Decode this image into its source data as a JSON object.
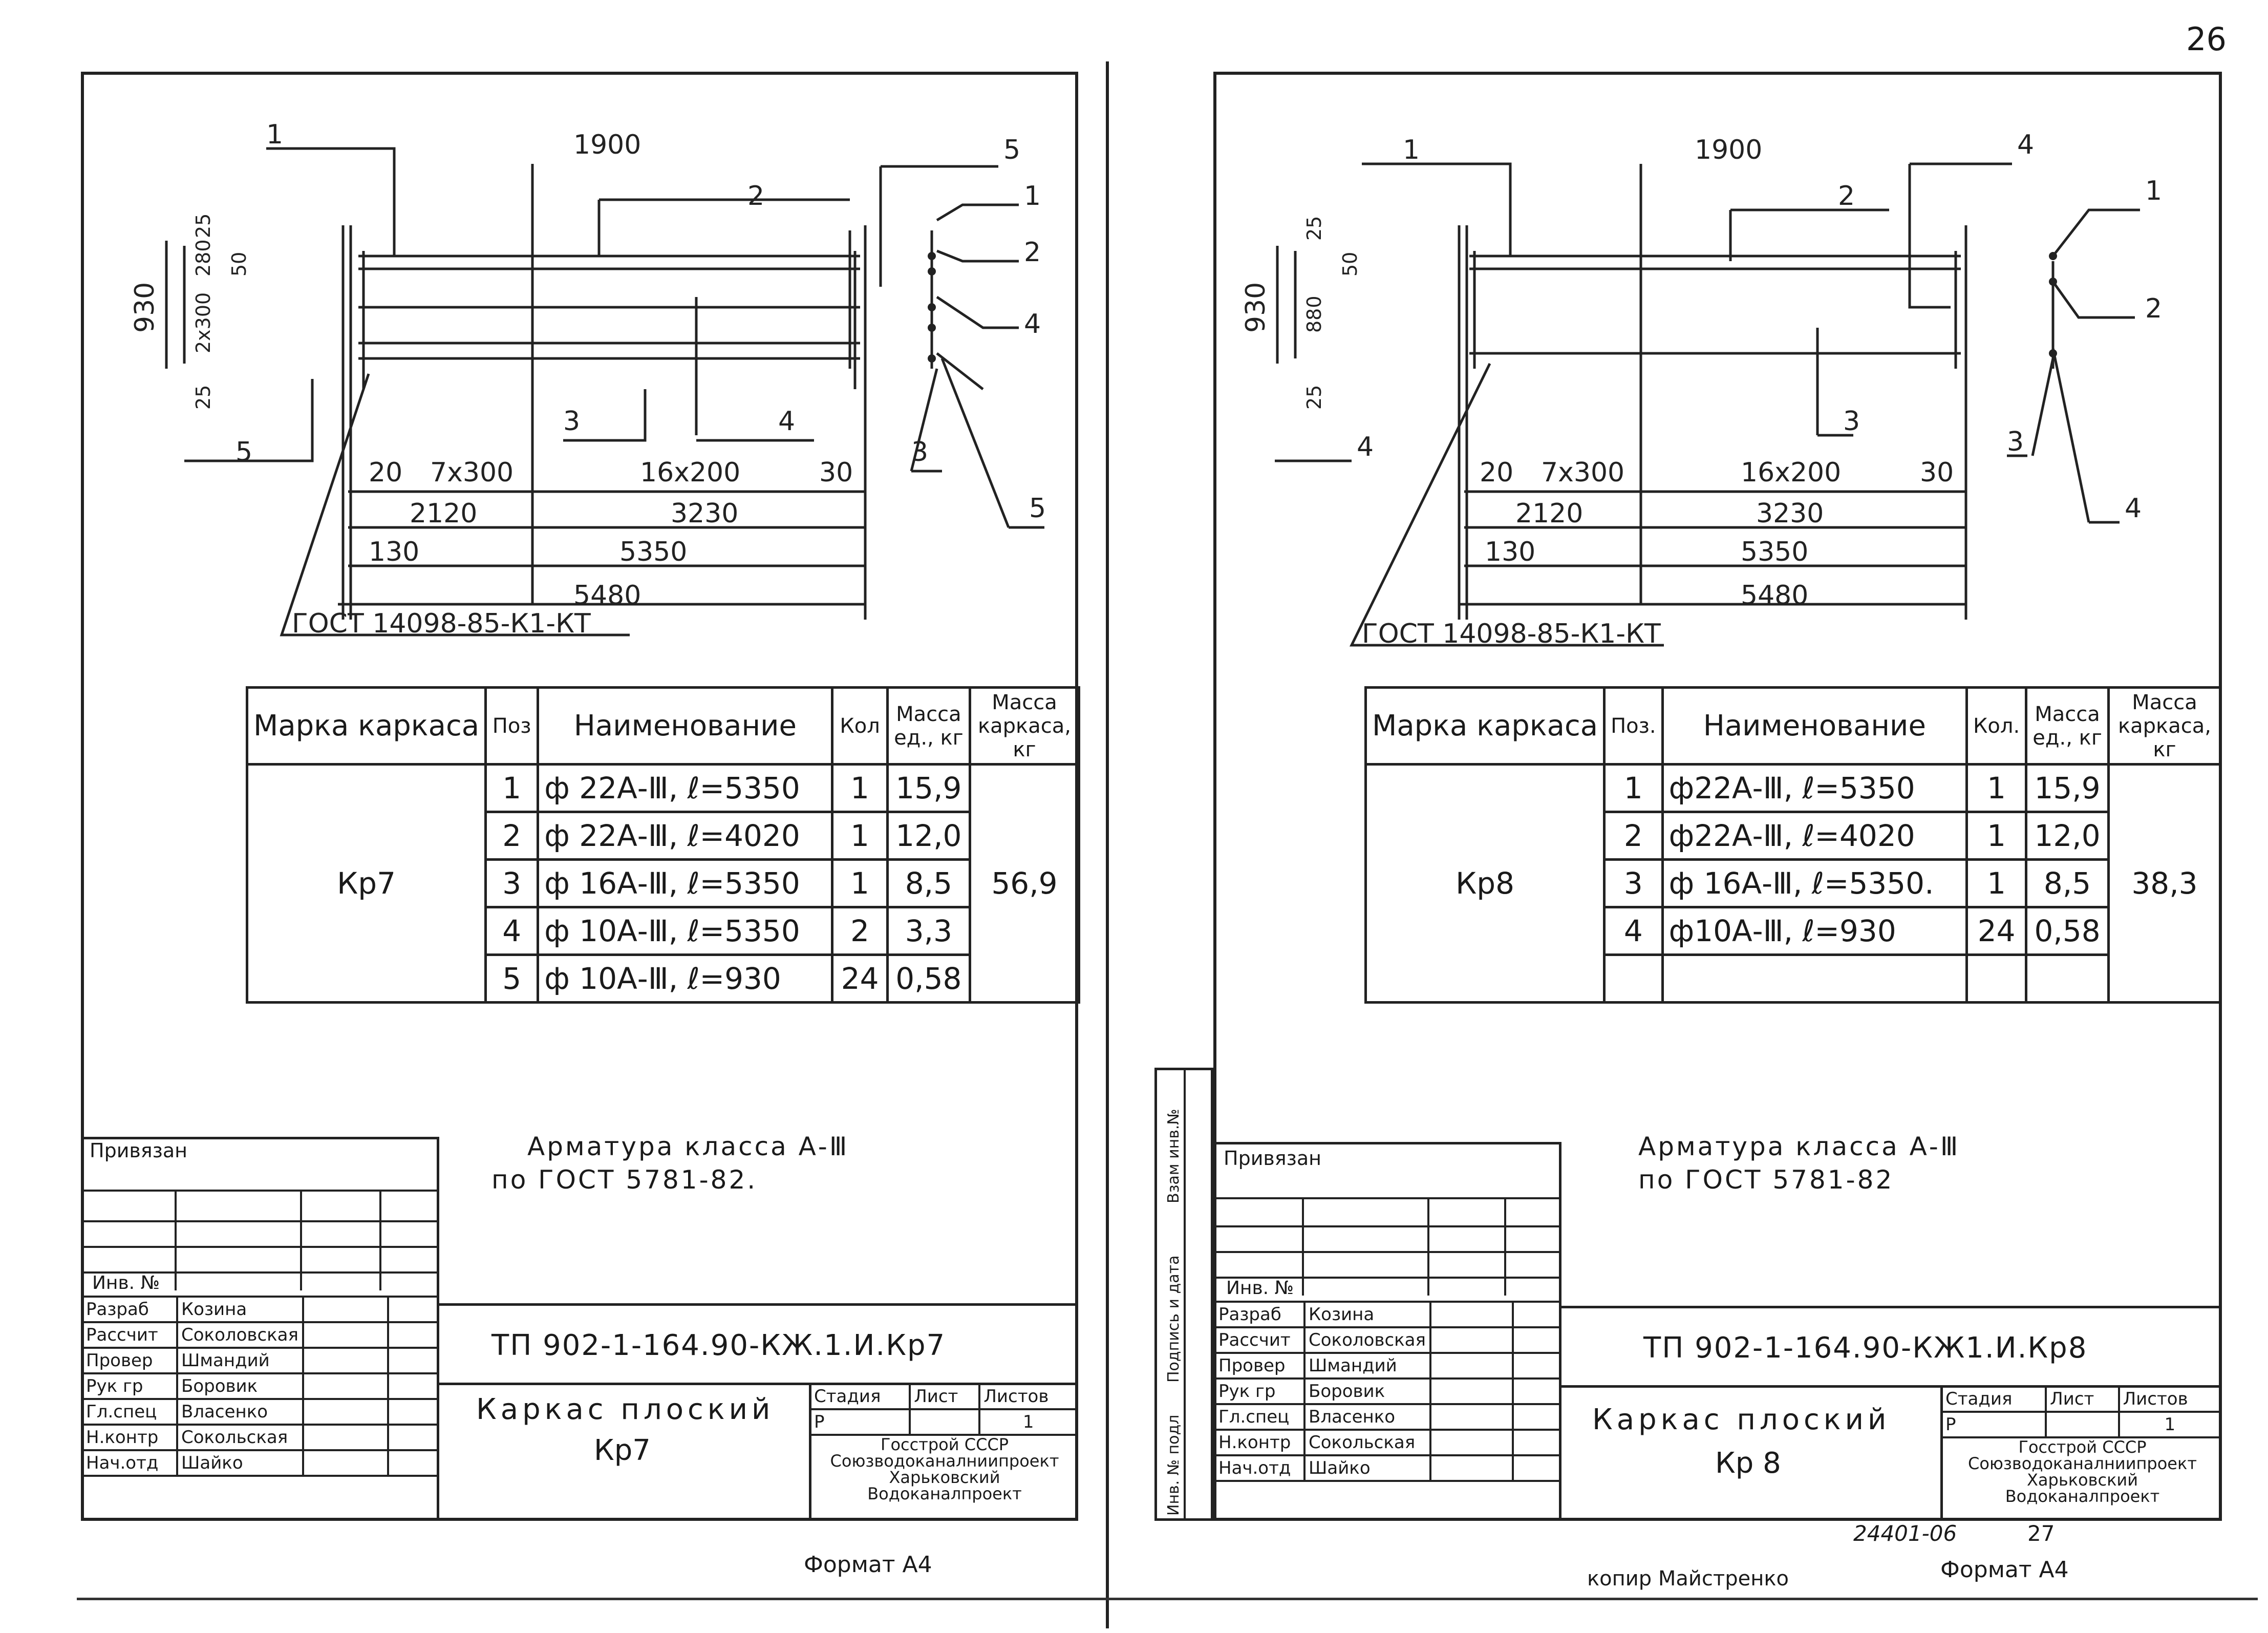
{
  "page_number_top": "26",
  "left": {
    "drawing": {
      "leaders": [
        "1",
        "1900",
        "2",
        "5",
        "1",
        "2",
        "4",
        "3",
        "4",
        "5",
        "3",
        "5"
      ],
      "dims_vertical": [
        "930",
        "25",
        "280",
        "50",
        "2x300",
        "25"
      ],
      "dims_bottom": [
        "20",
        "7x300",
        "16x200",
        "30",
        "2120",
        "3230",
        "130",
        "5350",
        "5480"
      ],
      "gost": "ГОСТ 14098-85-К1-КТ"
    },
    "table": {
      "headers": [
        "Марка каркаса",
        "Поз",
        "Наименование",
        "Кол",
        "Масса ед., кг",
        "Масса каркаса, кг"
      ],
      "mark": "Кр7",
      "total_mass": "56,9",
      "rows": [
        {
          "pos": "1",
          "name": "ф 22А-Ⅲ, ℓ=5350",
          "qty": "1",
          "mass": "15,9"
        },
        {
          "pos": "2",
          "name": "ф 22А-Ⅲ, ℓ=4020",
          "qty": "1",
          "mass": "12,0"
        },
        {
          "pos": "3",
          "name": "ф 16А-Ⅲ, ℓ=5350",
          "qty": "1",
          "mass": "8,5"
        },
        {
          "pos": "4",
          "name": "ф 10А-Ⅲ, ℓ=5350",
          "qty": "2",
          "mass": "3,3"
        },
        {
          "pos": "5",
          "name": "ф 10А-Ⅲ, ℓ=930",
          "qty": "24",
          "mass": "0,58"
        }
      ]
    },
    "note_line1": "Арматура класса А-Ⅲ",
    "note_line2": "по ГОСТ 5781-82.",
    "privyazan": "Привязан",
    "inv_no": "Инв. №",
    "signers": [
      {
        "role": "Разраб",
        "name": "Козина"
      },
      {
        "role": "Рассчит",
        "name": "Соколовская"
      },
      {
        "role": "Провер",
        "name": "Шмандий"
      },
      {
        "role": "Рук гр",
        "name": "Боровик"
      },
      {
        "role": "Гл.спец",
        "name": "Власенко"
      },
      {
        "role": "Н.контр",
        "name": "Сокольская"
      },
      {
        "role": "Нач.отд",
        "name": "Шайко"
      }
    ],
    "code": "ТП 902-1-164.90-КЖ.1.И.Кр7",
    "title_line1": "Каркас плоский",
    "title_line2": "Кр7",
    "stage_headers": [
      "Стадия",
      "Лист",
      "Листов"
    ],
    "stage_values": [
      "Р",
      "",
      "1"
    ],
    "org_lines": [
      "Госстрой СССР",
      "Союзводоканалниипроект",
      "Харьковский",
      "Водоканалпроект"
    ],
    "format": "Формат А4"
  },
  "right": {
    "drawing": {
      "leaders": [
        "1",
        "1900",
        "2",
        "4",
        "1",
        "2",
        "3",
        "4",
        "3",
        "4"
      ],
      "dims_vertical": [
        "930",
        "25",
        "50",
        "880",
        "25"
      ],
      "dims_bottom": [
        "20",
        "7x300",
        "16x200",
        "30",
        "2120",
        "3230",
        "130",
        "5350",
        "5480"
      ],
      "gost": "ГОСТ 14098-85-К1-КТ"
    },
    "table": {
      "headers": [
        "Марка каркаса",
        "Поз.",
        "Наименование",
        "Кол.",
        "Масса ед., кг",
        "Масса каркаса, кг"
      ],
      "mark": "Кр8",
      "total_mass": "38,3",
      "rows": [
        {
          "pos": "1",
          "name": "ф22А-Ⅲ, ℓ=5350",
          "qty": "1",
          "mass": "15,9"
        },
        {
          "pos": "2",
          "name": "ф22А-Ⅲ, ℓ=4020",
          "qty": "1",
          "mass": "12,0"
        },
        {
          "pos": "3",
          "name": "ф 16А-Ⅲ, ℓ=5350.",
          "qty": "1",
          "mass": "8,5"
        },
        {
          "pos": "4",
          "name": "ф10А-Ⅲ, ℓ=930",
          "qty": "24",
          "mass": "0,58"
        }
      ]
    },
    "side_labels": [
      "Взам инв.№",
      "Подпись и дата",
      "Инв. № подл"
    ],
    "note_line1": "Арматура класса А-Ⅲ",
    "note_line2": "по ГОСТ 5781-82",
    "privyazan": "Привязан",
    "inv_no": "Инв. №",
    "signers": [
      {
        "role": "Разраб",
        "name": "Козина"
      },
      {
        "role": "Рассчит",
        "name": "Соколовская"
      },
      {
        "role": "Провер",
        "name": "Шмандий"
      },
      {
        "role": "Рук гр",
        "name": "Боровик"
      },
      {
        "role": "Гл.спец",
        "name": "Власенко"
      },
      {
        "role": "Н.контр",
        "name": "Сокольская"
      },
      {
        "role": "Нач.отд",
        "name": "Шайко"
      }
    ],
    "code": "ТП 902-1-164.90-КЖ1.И.Кр8",
    "title_line1": "Каркас плоский",
    "title_line2": "Кр 8",
    "stage_headers": [
      "Стадия",
      "Лист",
      "Листов"
    ],
    "stage_values": [
      "Р",
      "",
      "1"
    ],
    "org_lines": [
      "Госстрой СССР",
      "Союзводоканалниипроект",
      "Харьковский",
      "Водоканалпроект"
    ],
    "archive": "24401-06",
    "sheet_no": "27",
    "copied_by": "копир Майстренко",
    "format": "Формат А4"
  }
}
